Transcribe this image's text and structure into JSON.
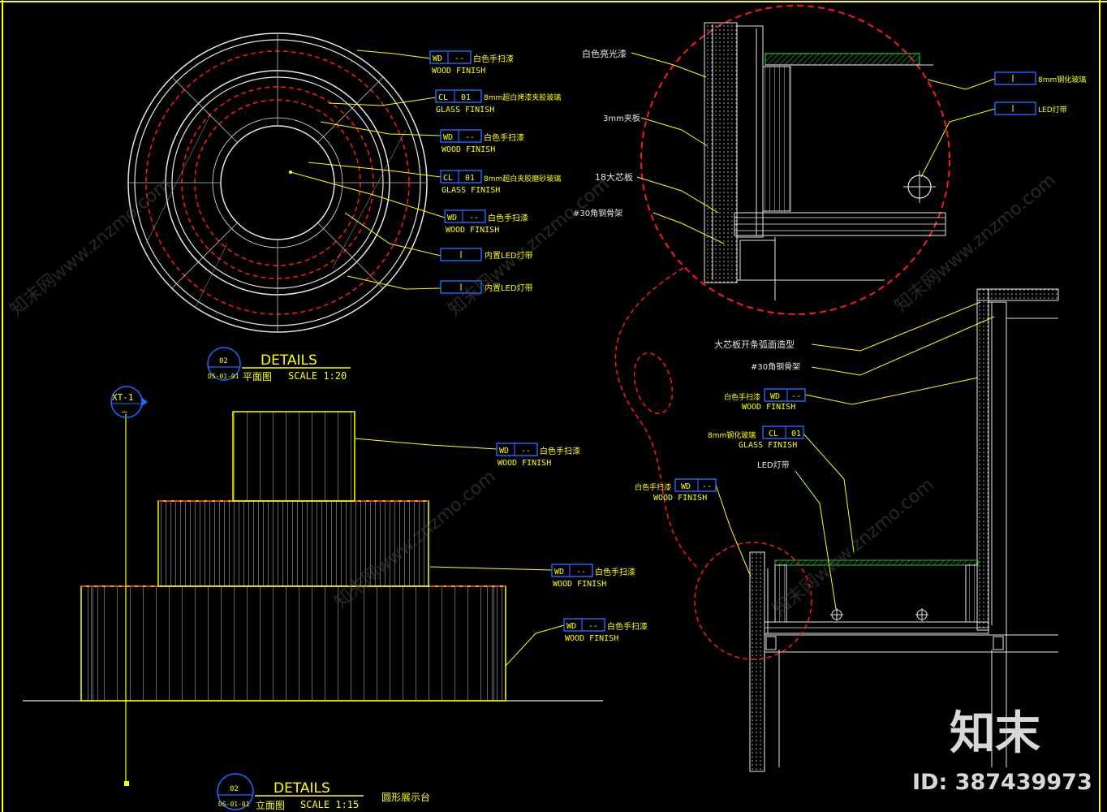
{
  "colors": {
    "background": "#000000",
    "line_white": "#e6e6e6",
    "line_yellow": "#ffff00",
    "dashed_red": "#ff1a1a",
    "tag_blue": "#1e6bff",
    "hatch_green": "#1fbf2f"
  },
  "plan": {
    "title": "DETAILS",
    "bubble_top": "02",
    "bubble_bottom": "DS-01-01",
    "name": "平面图",
    "scale": "SCALE  1:20",
    "labels": [
      {
        "code": "WD",
        "num": "--",
        "cn": "白色手扫漆",
        "en": "WOOD FINISH"
      },
      {
        "code": "CL",
        "num": "01",
        "cn": "8mm超白烤漆夹胶玻璃",
        "en": "GLASS FINISH"
      },
      {
        "code": "WD",
        "num": "--",
        "cn": "白色手扫漆",
        "en": "WOOD FINISH"
      },
      {
        "code": "CL",
        "num": "01",
        "cn": "8mm超白夹胶磨砂玻璃",
        "en": "GLASS FINISH"
      },
      {
        "code": "WD",
        "num": "--",
        "cn": "白色手扫漆",
        "en": "WOOD FINISH"
      },
      {
        "code": "",
        "num": "",
        "cn": "内置LED灯带",
        "en": ""
      },
      {
        "code": "",
        "num": "",
        "cn": "内置LED灯带",
        "en": ""
      }
    ]
  },
  "elevation": {
    "title": "DETAILS",
    "bubble_top": "02",
    "bubble_bottom": "DS-01-01",
    "name": "立面图",
    "scale": "SCALE  1:15",
    "subtitle": "圆形展示台",
    "section_marker_top": "XT-1",
    "section_marker_bottom": "—",
    "labels": [
      {
        "code": "WD",
        "num": "--",
        "cn": "白色手扫漆",
        "en": "WOOD FINISH"
      },
      {
        "code": "WD",
        "num": "--",
        "cn": "白色手扫漆",
        "en": "WOOD FINISH"
      },
      {
        "code": "WD",
        "num": "--",
        "cn": "白色手扫漆",
        "en": "WOOD FINISH"
      }
    ]
  },
  "detail_callout": {
    "left_labels": [
      "白色亮光漆",
      "3mm夹板",
      "18大芯板",
      "#30角钢骨架"
    ],
    "right_labels": [
      {
        "cn": "8mm钢化玻璃"
      },
      {
        "cn": "LED灯带"
      }
    ]
  },
  "section": {
    "labels_text": [
      "大芯板开条弧面造型",
      "#30角钢骨架"
    ],
    "tags": [
      {
        "code": "WD",
        "num": "--",
        "cn": "白色手扫漆",
        "en": "WOOD FINISH"
      },
      {
        "code": "CL",
        "num": "01",
        "cn": "8mm钢化玻璃",
        "en": "GLASS FINISH"
      },
      {
        "code": "WD",
        "num": "--",
        "cn": "白色手扫漆",
        "en": "WOOD FINISH"
      }
    ],
    "led_label": "LED灯带"
  },
  "watermark": {
    "logo": "知末",
    "id": "ID: 387439973",
    "repeat_text": "知末网www.znzmo.com"
  }
}
